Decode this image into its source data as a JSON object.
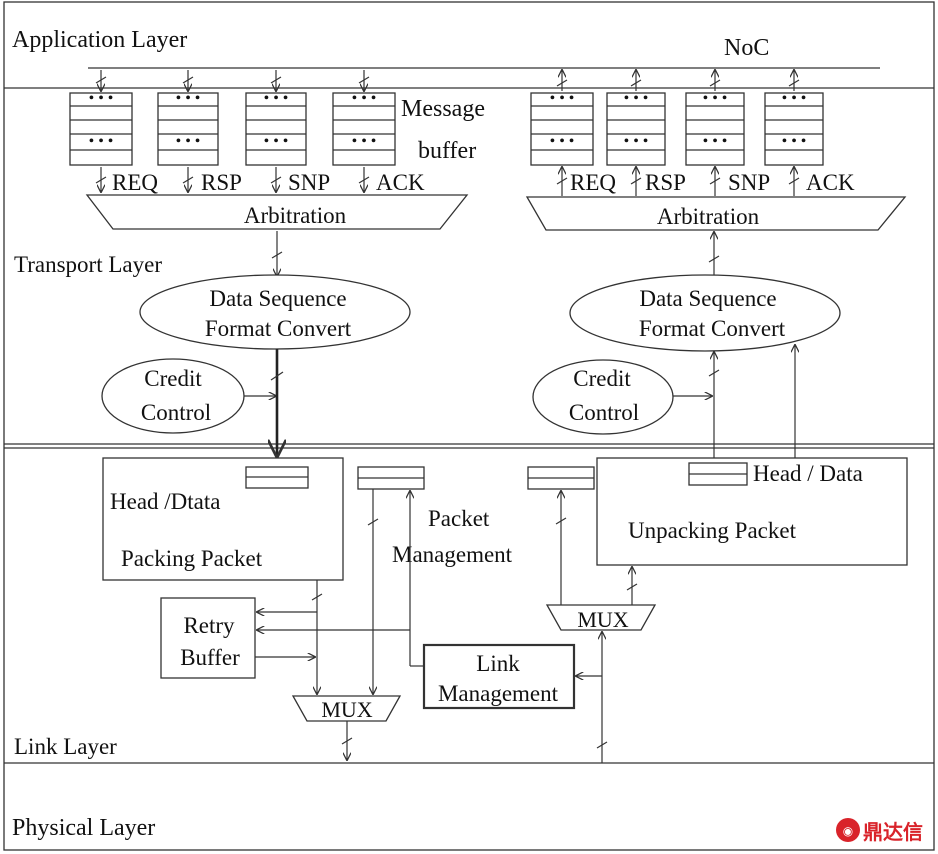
{
  "layers": {
    "application": "Application Layer",
    "transport": "Transport Layer",
    "link": "Link Layer",
    "physical": "Physical Layer"
  },
  "noc": "NoC",
  "message_buffer": {
    "line1": "Message",
    "line2": "buffer"
  },
  "tx_channels": [
    "REQ",
    "RSP",
    "SNP",
    "ACK"
  ],
  "rx_channels": [
    "REQ",
    "RSP",
    "SNP",
    "ACK"
  ],
  "arbitration_left": "Arbitration",
  "arbitration_right": "Arbitration",
  "dsfc_left": {
    "line1": "Data Sequence",
    "line2": "Format Convert"
  },
  "dsfc_right": {
    "line1": "Data Sequence",
    "line2": "Format Convert"
  },
  "credit_left": {
    "line1": "Credit",
    "line2": "Control"
  },
  "credit_right": {
    "line1": "Credit",
    "line2": "Control"
  },
  "packing": {
    "head": "Head /Dtata",
    "title": "Packing  Packet"
  },
  "unpacking": {
    "head": "Head / Data",
    "title": "Unpacking Packet"
  },
  "packet_management": {
    "line1": "Packet",
    "line2": "Management"
  },
  "retry_buffer": {
    "line1": "Retry",
    "line2": "Buffer"
  },
  "link_management": {
    "line1": "Link",
    "line2": "Management"
  },
  "mux_left": "MUX",
  "mux_right": "MUX",
  "watermark": {
    "text": "鼎达信",
    "color": "#d9232a"
  },
  "colors": {
    "line": "#333333",
    "background": "#ffffff"
  }
}
